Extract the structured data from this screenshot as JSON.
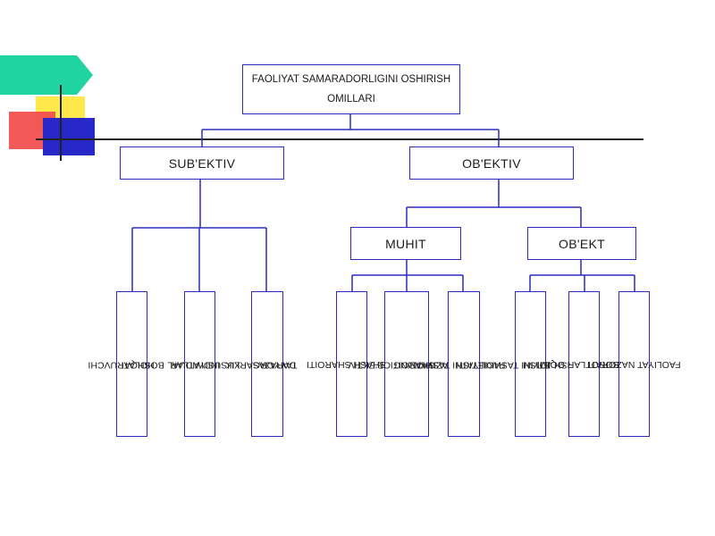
{
  "title": {
    "line1": "FAOLIYAT SAMARADORLIGINI OSHIRISH",
    "line2": "OMILLARI"
  },
  "branches": {
    "subjective": "SUB'EKTIV",
    "objective": "OB'EKTIV",
    "environment": "MUHIT",
    "object": "OB'EKT"
  },
  "subjective_factors": [
    {
      "line1": "BOSHQARUVCHI",
      "line2": "HOLATI"
    },
    {
      "line1": "INDIVIDUAL",
      "line2": "XUSUSIYATLAR"
    },
    {
      "line1": "TAYYORGARLIK",
      "line2": "DARAJASI"
    }
  ],
  "environment_factors": [
    {
      "line1": "YASHASH  SHAROITI",
      "line2": ""
    },
    {
      "line1": "VAZIYATNING OB'EKTIV",
      "line2": "SHAROITI"
    },
    {
      "line1": "FAOLIYATNI TASHKIL",
      "line2": "ETISH"
    }
  ],
  "object_factors": [
    {
      "line1": "ISH JOYINI TASHKIL",
      "line2": "ETISH"
    },
    {
      "line1": "AXBOROTLAR OQIMI",
      "line2": ""
    },
    {
      "line1": "FAOLIYAT NAZORATI",
      "line2": ""
    }
  ],
  "colors": {
    "connector": "#2b2bbd",
    "deco_green": "#1fd4a0",
    "deco_yellow": "#ffe84a",
    "deco_red": "#f25050",
    "deco_blue": "#2828c8"
  }
}
